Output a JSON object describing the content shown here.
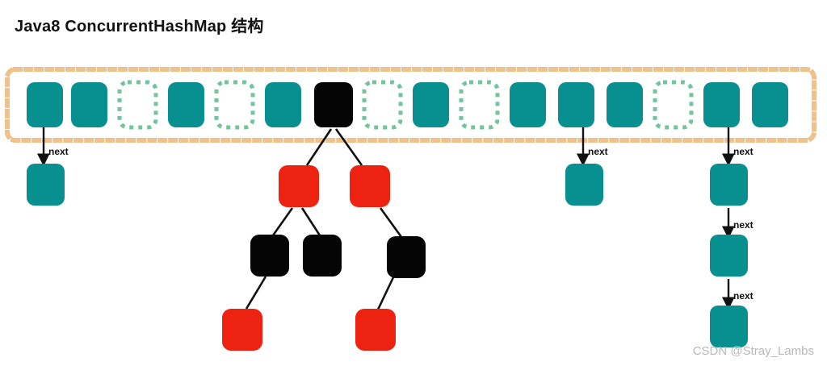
{
  "title": "Java8 ConcurrentHashMap 结构",
  "watermark": "CSDN @Stray_Lambs",
  "colors": {
    "teal": "#089090",
    "black": "#050505",
    "red": "#ED2211",
    "empty_border": "#72C49A",
    "container_border": "#EFC18B",
    "arrow": "#111111",
    "label_text": "#111111",
    "watermark": "#b8b8b8",
    "background": "#ffffff"
  },
  "array": {
    "label": "hash table bucket array",
    "cell_count": 16,
    "cells": [
      {
        "index": 0,
        "state": "occupied-linked",
        "fill": "teal"
      },
      {
        "index": 1,
        "state": "occupied",
        "fill": "teal"
      },
      {
        "index": 2,
        "state": "empty",
        "fill": "none"
      },
      {
        "index": 3,
        "state": "occupied",
        "fill": "teal"
      },
      {
        "index": 4,
        "state": "empty",
        "fill": "none"
      },
      {
        "index": 5,
        "state": "occupied",
        "fill": "teal"
      },
      {
        "index": 6,
        "state": "treeified",
        "fill": "black"
      },
      {
        "index": 7,
        "state": "empty",
        "fill": "none"
      },
      {
        "index": 8,
        "state": "occupied",
        "fill": "teal"
      },
      {
        "index": 9,
        "state": "empty",
        "fill": "none"
      },
      {
        "index": 10,
        "state": "occupied",
        "fill": "teal"
      },
      {
        "index": 11,
        "state": "occupied-linked",
        "fill": "teal"
      },
      {
        "index": 12,
        "state": "occupied",
        "fill": "teal"
      },
      {
        "index": 13,
        "state": "empty",
        "fill": "none"
      },
      {
        "index": 14,
        "state": "occupied-linked",
        "fill": "teal"
      },
      {
        "index": 15,
        "state": "occupied",
        "fill": "teal"
      }
    ]
  },
  "chains": [
    {
      "name": "bucket-0-chain",
      "source_cell": 0,
      "nodes": [
        {
          "fill": "teal"
        }
      ],
      "next_labels": [
        "next"
      ]
    },
    {
      "name": "bucket-11-chain",
      "source_cell": 11,
      "nodes": [
        {
          "fill": "teal"
        }
      ],
      "next_labels": [
        "next"
      ]
    },
    {
      "name": "bucket-14-chain",
      "source_cell": 14,
      "nodes": [
        {
          "fill": "teal"
        },
        {
          "fill": "teal"
        },
        {
          "fill": "teal"
        }
      ],
      "next_labels": [
        "next",
        "next",
        "next"
      ]
    }
  ],
  "tree": {
    "name": "red-black-tree",
    "source_cell": 6,
    "nodes": [
      {
        "id": "r1",
        "fill": "red",
        "level": 1
      },
      {
        "id": "r2",
        "fill": "red",
        "level": 1
      },
      {
        "id": "b1",
        "fill": "black",
        "level": 2
      },
      {
        "id": "b2",
        "fill": "black",
        "level": 2
      },
      {
        "id": "b3",
        "fill": "black",
        "level": 2
      },
      {
        "id": "r3",
        "fill": "red",
        "level": 3
      },
      {
        "id": "r4",
        "fill": "red",
        "level": 3
      }
    ],
    "edges": [
      {
        "from": "root",
        "to": "r1"
      },
      {
        "from": "root",
        "to": "r2"
      },
      {
        "from": "r1",
        "to": "b1"
      },
      {
        "from": "r1",
        "to": "b2"
      },
      {
        "from": "r2",
        "to": "b3"
      },
      {
        "from": "b1",
        "to": "r3"
      },
      {
        "from": "b3",
        "to": "r4"
      }
    ]
  },
  "labels": {
    "next": "next"
  }
}
